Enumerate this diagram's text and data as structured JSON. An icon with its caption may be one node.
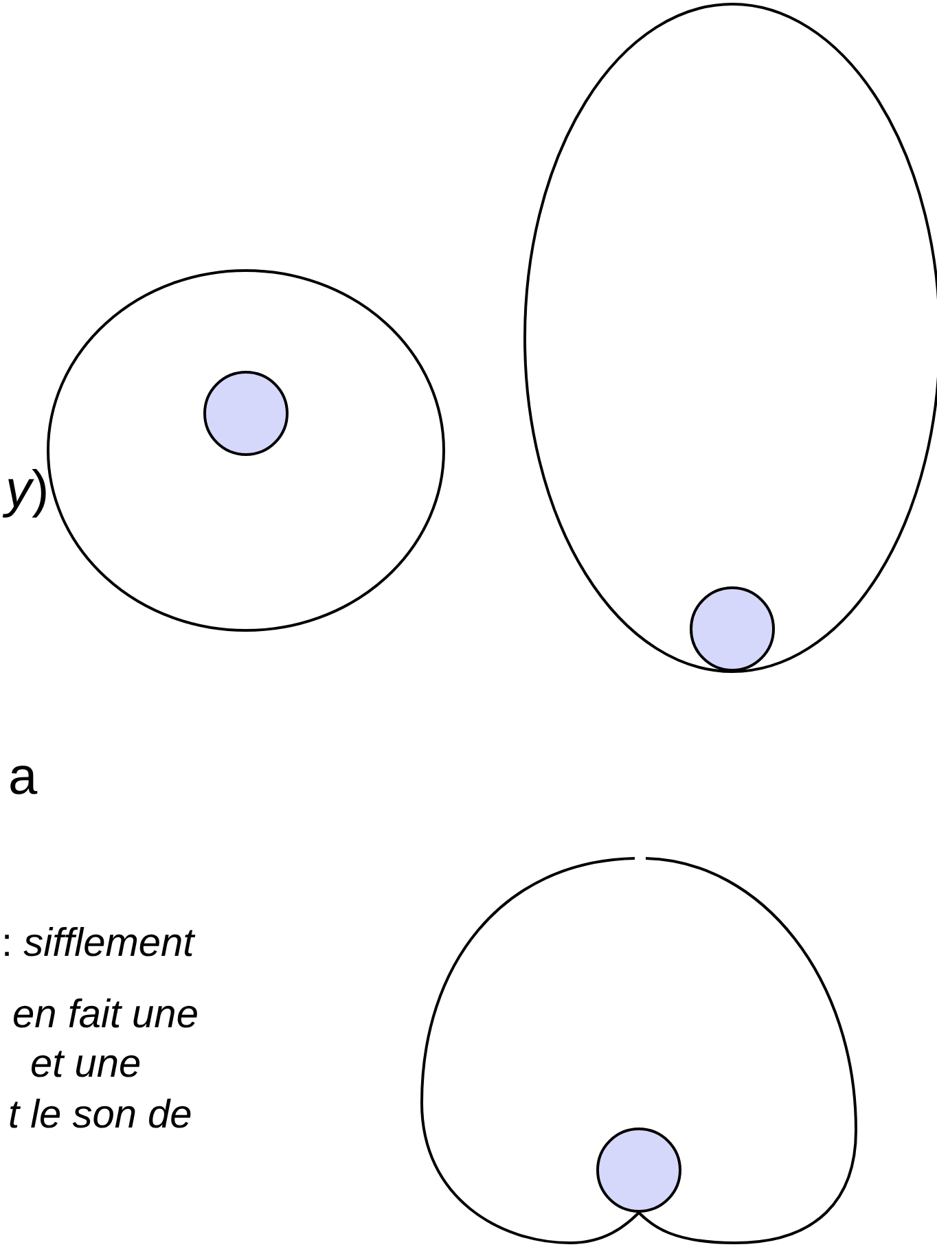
{
  "diagram": {
    "nodes": [
      {
        "text": [],
        "shape": "circle"
      },
      {
        "text": [],
        "shape": "circle",
        "in": 0
      },
      {
        "text": [],
        "shape": "ellipse"
      },
      {
        "text": [],
        "shape": "circle",
        "in": 2
      },
      {
        "text": [],
        "shape": "cardioid"
      },
      {
        "text": [],
        "shape": "circle",
        "in": 4
      }
    ],
    "labels": [
      "*y*)",
      "a",
      ": *sifflement*",
      "en fait une",
      "et une",
      "t le son de"
    ]
  }
}
